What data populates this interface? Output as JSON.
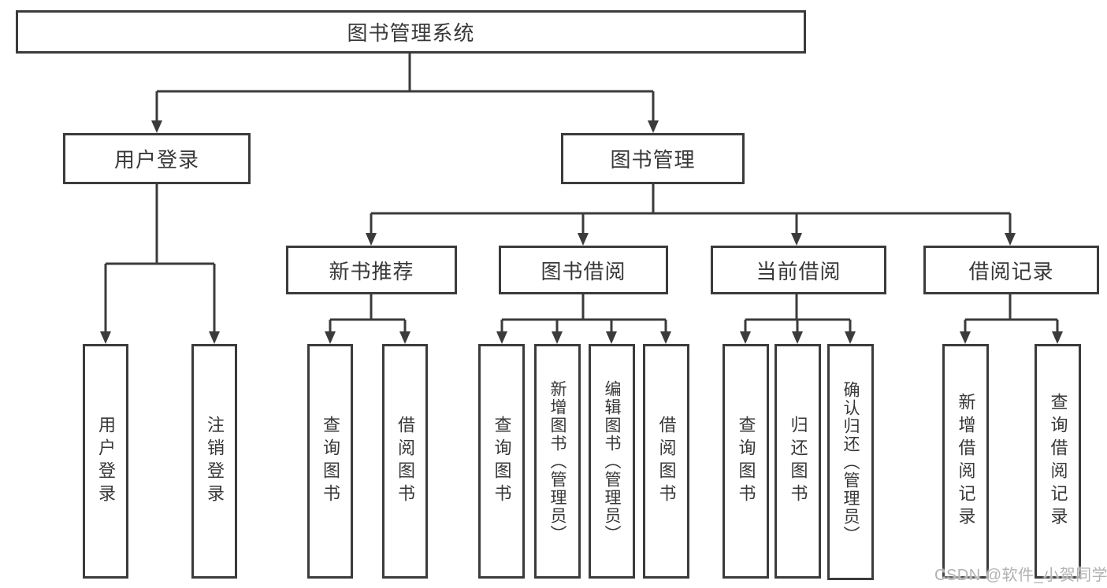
{
  "diagram": {
    "root": {
      "label": "图书管理系统"
    },
    "level2": [
      {
        "label": "用户登录"
      },
      {
        "label": "图书管理"
      }
    ],
    "level3": [
      {
        "label": "新书推荐"
      },
      {
        "label": "图书借阅"
      },
      {
        "label": "当前借阅"
      },
      {
        "label": "借阅记录"
      }
    ],
    "leaves": [
      {
        "label": "用户登录"
      },
      {
        "label": "注销登录"
      },
      {
        "label": "查询图书"
      },
      {
        "label": "借阅图书"
      },
      {
        "label": "查询图书"
      },
      {
        "label": "新增图书（管理员）"
      },
      {
        "label": "编辑图书（管理员）"
      },
      {
        "label": "借阅图书"
      },
      {
        "label": "查询图书"
      },
      {
        "label": "归还图书"
      },
      {
        "label": "确认归还（管理员）"
      },
      {
        "label": "新增借阅记录"
      },
      {
        "label": "查询借阅记录"
      }
    ],
    "watermark": "CSDN @软件_小贺同学",
    "colors": {
      "line": "#3b3b3b",
      "text": "#383838",
      "box_background": "#ffffff",
      "watermark": "#b2b2b2"
    }
  }
}
